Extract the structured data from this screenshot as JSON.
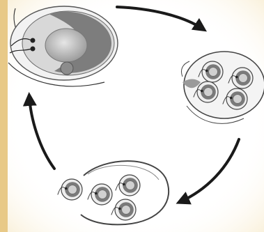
{
  "diagram": {
    "type": "cell-cycle",
    "stages": [
      {
        "name": "single-cell",
        "cells": 1
      },
      {
        "name": "four-daughter-cells-in-cyst",
        "cells": 4
      },
      {
        "name": "release-from-ruptured-wall",
        "cells": 4
      }
    ],
    "arrows": 3,
    "colors": {
      "frame": "#e8c987",
      "panel": "#ffffff",
      "cell_outline": "#4a4a4a",
      "cytoplasm": "#7f7f7f",
      "nucleus": "#c2c2c2",
      "arrow": "#1a1a1a"
    }
  }
}
